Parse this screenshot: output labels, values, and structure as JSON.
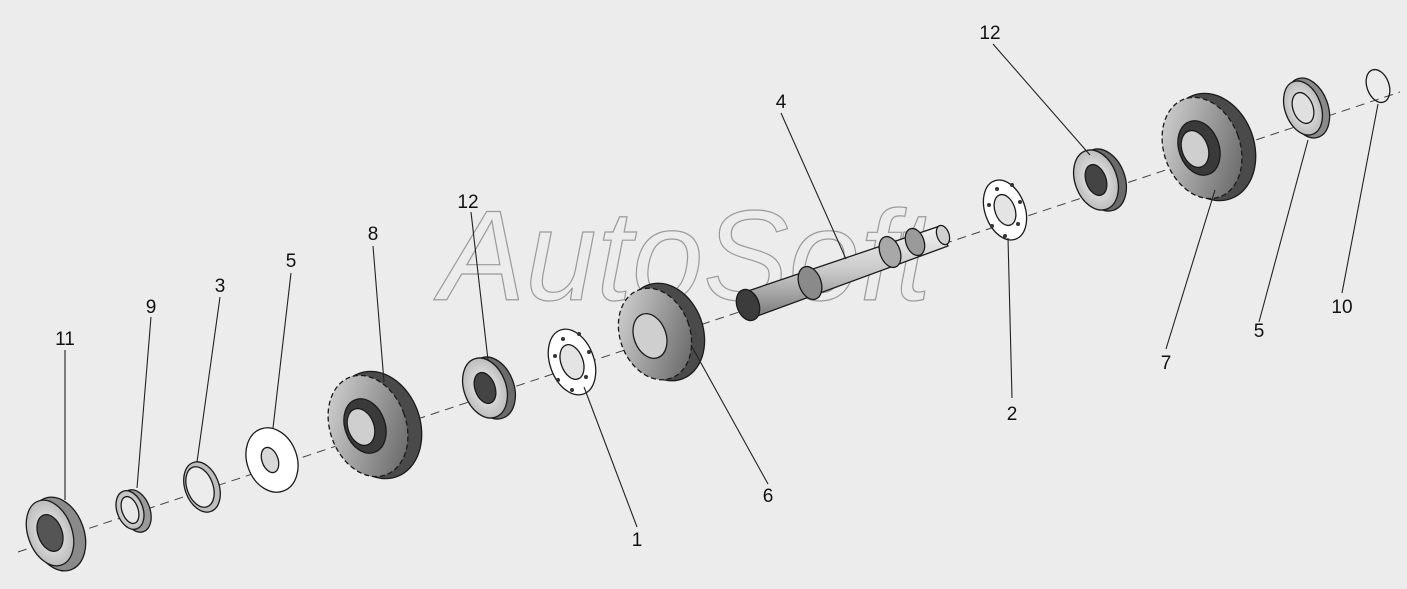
{
  "watermark": "AutoSoft",
  "callouts": [
    "1",
    "2",
    "3",
    "4",
    "5",
    "5",
    "6",
    "7",
    "8",
    "9",
    "10",
    "11",
    "12",
    "12"
  ]
}
